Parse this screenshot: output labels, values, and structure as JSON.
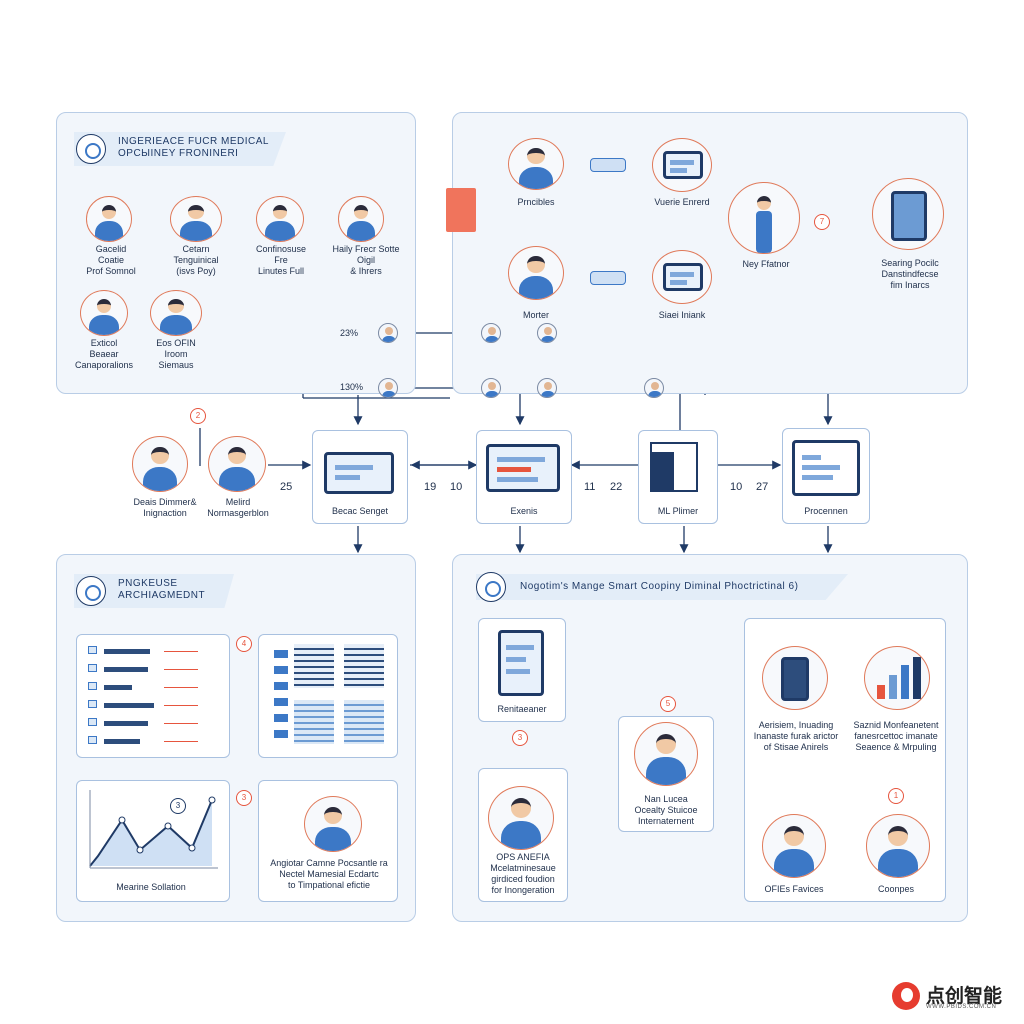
{
  "panels": {
    "top_left_title": "INGERIEACE FUCR MEDICAL\nOPCЫINEY FRONINERI",
    "bottom_left_title": "PNGKEUSE\nARCHIAGMEDNT",
    "bottom_right_title": "Nogotim's Mange Smart Coopiny Diminal Phoctrictinal 6)"
  },
  "people": {
    "p1": "Gacelid\nCoatie\nProf Somnol",
    "p2": "Cetarn\nTenguinical\n(isvs Poy)",
    "p3": "Confinosuse\nFre\nLinutes Full",
    "p4": "Haily Frecr Sotte\nOigil\n& Ihrers",
    "p5": "Exticol\nBeaear\nCanaporalions",
    "p6": "Eos OFIN\nIroom\nSiemaus",
    "p7": "Prncibles",
    "p8": "Morter",
    "p9": "Ney Ffatnor",
    "p10": "Deais Dimmer&\nInignaction",
    "p11": "Melird\nNormasgerblon",
    "p12": "OPS ANEFIA\nMcelatminesaue\ngirdiced foudion\nfor Inongeration",
    "p13": "Nan Lucea\nOcealty Stuicoe\nInternaternent",
    "p14": "OFIEs Favices",
    "p15": "Coonpes",
    "p16": "Angiotar Camne Pocsantle ra\nNectel Mamesial Ecdartc\nto Timpational efictie"
  },
  "devices": {
    "d1": "Vuerie Enrerd",
    "d2": "Siaei Iniank",
    "d3": "Searing Pocilc\nDanstindfecse\nfim Inarcs",
    "d4": "Becac Senget",
    "d5": "Exenis",
    "d6": "ML Plimer",
    "d7": "Procennen",
    "d8": "Renitaeaner",
    "d9": "Aerisiem, Inuading\nInanaste furak arictor\nof Stisae Anirels",
    "d10": "Saznid Monfeanetent\nfanesrcettoc imanate\nSeaence & Mrpuling",
    "d11": "Mearine Sollation"
  },
  "numbers": {
    "n1": "25",
    "n2": "19",
    "n3": "10",
    "n4": "11",
    "n5": "22",
    "n6": "10",
    "n7": "27",
    "pct1": "23%",
    "pct2": "130%"
  },
  "markers": {
    "m1": "7",
    "m2": "2",
    "m3": "4",
    "m4": "3",
    "m5": "3",
    "m6": "5",
    "m7": "3",
    "m8": "1"
  },
  "watermark": {
    "name": "点创智能",
    "url": "WWW.PBIDS.COM.CN"
  },
  "colors": {
    "panel_border": "#b9cde6",
    "accent_blue": "#3c78c6",
    "accent_red": "#e6553e",
    "navy": "#1f3a66"
  }
}
